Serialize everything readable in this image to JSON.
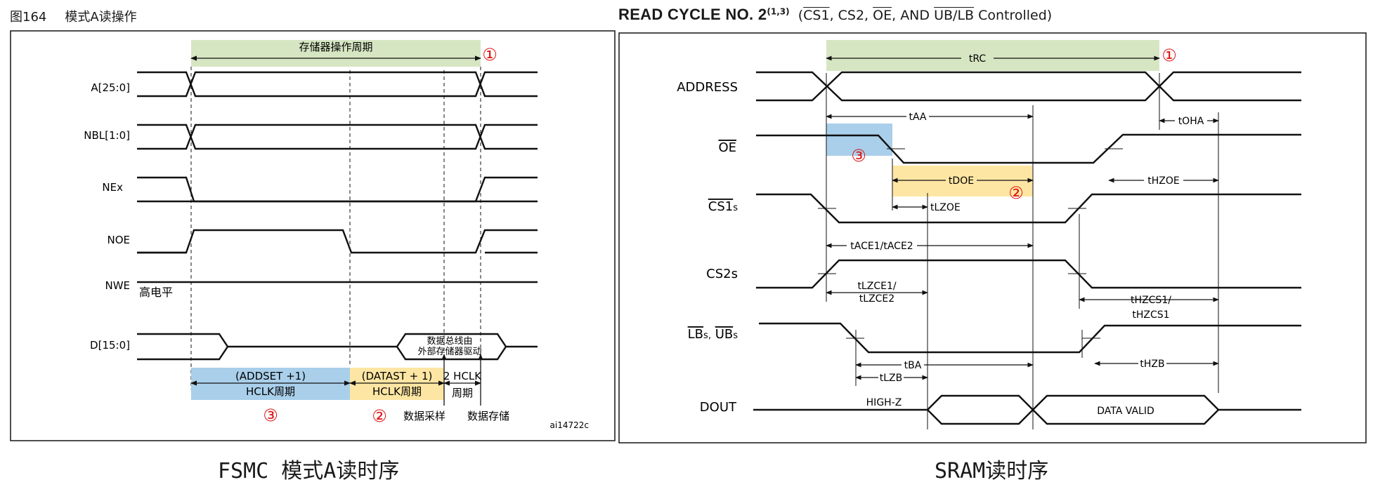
{
  "left_panel": {
    "figure_number": "图164",
    "figure_title": "模式A读操作",
    "period_label": "存储器操作周期",
    "marker_1": "①",
    "marker_2": "②",
    "marker_3": "③",
    "signals": [
      "A[25:0]",
      "NBL[1:0]",
      "NEx",
      "NOE",
      "NWE",
      "D[15:0]"
    ],
    "nwe_note": "高电平",
    "data_bus_note_line1": "数据总线由",
    "data_bus_note_line2": "外部存储器驱动",
    "addset_line1": "(ADDSET +1)",
    "addset_line2": "HCLK周期",
    "datast_line1": "(DATAST + 1)",
    "datast_line2": "HCLK周期",
    "hclk2_line1": "2 HCLK",
    "hclk2_line2": "周期",
    "sample_label": "数据采样",
    "store_label": "数据存储",
    "figure_code": "ai14722c",
    "caption": "FSMC 模式A读时序"
  },
  "right_panel": {
    "title_bold": "READ CYCLE NO. 2",
    "title_sup": "(1,3)",
    "title_open": "(",
    "title_cs1": "CS1",
    "title_mid1": ", CS2, ",
    "title_oe": "OE",
    "title_mid2": ", AND ",
    "title_ub": "UB",
    "title_slash": "/",
    "title_lb": "LB",
    "title_tail": " Controlled)",
    "marker_1": "①",
    "marker_2": "②",
    "marker_3": "③",
    "signal_address": "ADDRESS",
    "signal_oe": "OE",
    "signal_cs1_name": "CS1",
    "signal_cs1_sub": "s",
    "signal_cs2": "CS2s",
    "signal_lb": "LB",
    "signal_lb_sub": "s,",
    "signal_ub": "UB",
    "signal_ub_sub": "s",
    "signal_dout": "DOUT",
    "t_rc": "tRC",
    "t_aa": "tAA",
    "t_oha": "tOHA",
    "t_doe": "tDOE",
    "t_hzoe": "tHZOE",
    "t_lzoe": "tLZOE",
    "t_ace": "tACE1/tACE2",
    "t_lzce_1": "tLZCE1/",
    "t_lzce_2": "tLZCE2",
    "t_hzcs_1": "tHZCS1/",
    "t_hzcs_2": "tHZCS1",
    "t_ba": "tBA",
    "t_lzb": "tLZB",
    "t_hzb": "tHZB",
    "high_z": "HIGH-Z",
    "data_valid": "DATA VALID",
    "caption": "SRAM读时序"
  },
  "colors": {
    "green_band": "#d6e6c2",
    "blue_band": "#a9cfea",
    "yellow_band": "#fde6a3",
    "marker_red": "#dd1111",
    "wave": "#111111"
  }
}
